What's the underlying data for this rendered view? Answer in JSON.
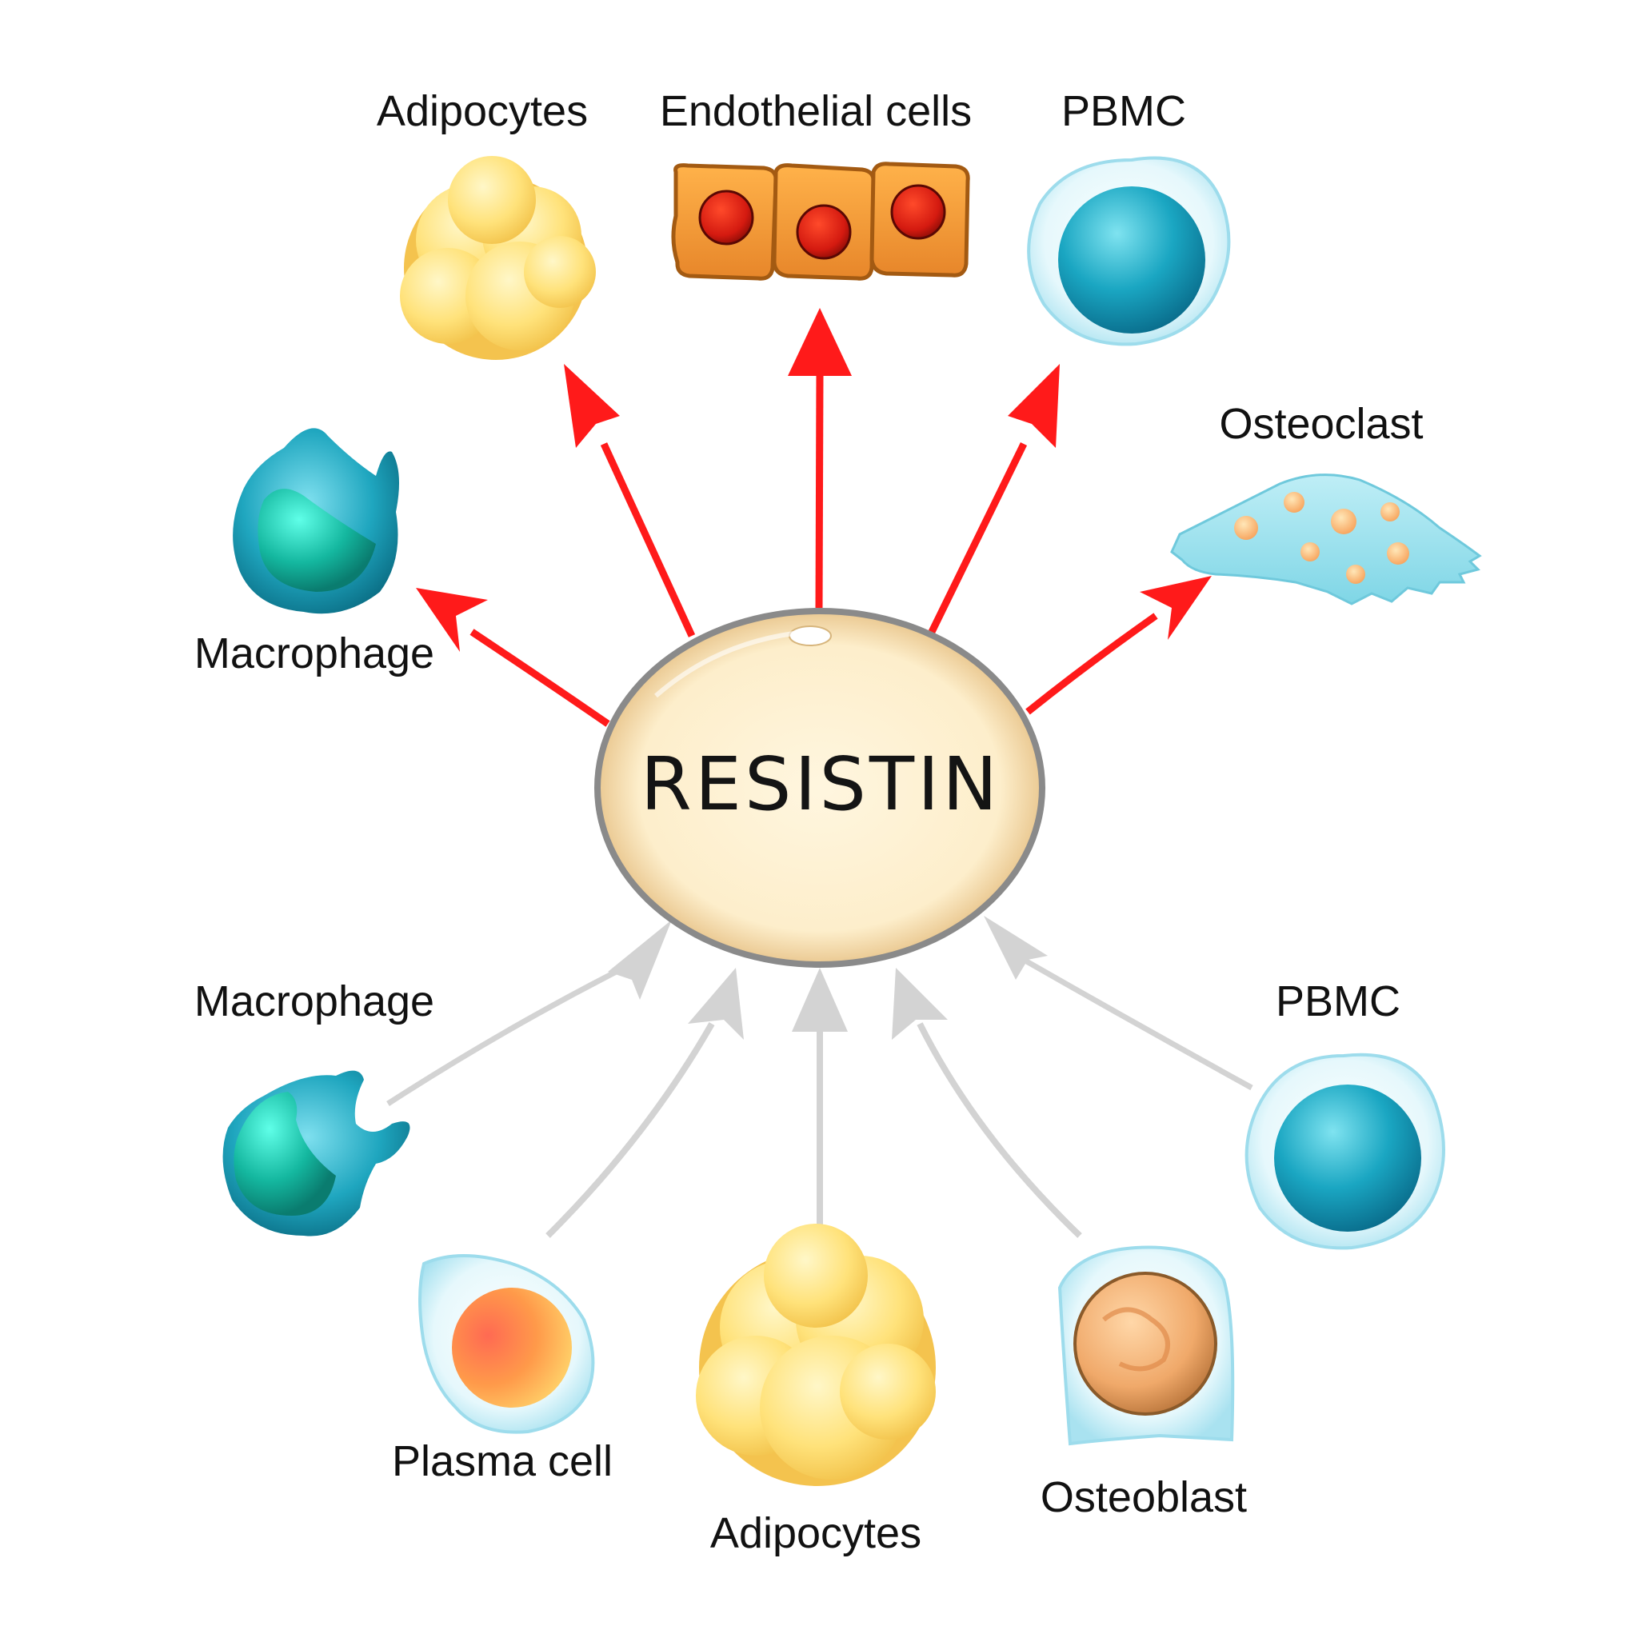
{
  "center": {
    "label": "RESISTIN"
  },
  "targets": [
    {
      "id": "macrophage-top",
      "label": "Macrophage"
    },
    {
      "id": "adipocytes-top",
      "label": "Adipocytes"
    },
    {
      "id": "endothelial",
      "label": "Endothelial cells"
    },
    {
      "id": "pbmc-top",
      "label": "PBMC"
    },
    {
      "id": "osteoclast",
      "label": "Osteoclast"
    }
  ],
  "sources": [
    {
      "id": "macrophage-bottom",
      "label": "Macrophage"
    },
    {
      "id": "plasma-cell",
      "label": "Plasma cell"
    },
    {
      "id": "adipocytes-bottom",
      "label": "Adipocytes"
    },
    {
      "id": "osteoblast",
      "label": "Osteoblast"
    },
    {
      "id": "pbmc-bottom",
      "label": "PBMC"
    }
  ],
  "colors": {
    "target_arrow": "#ff1a1a",
    "source_arrow": "#d3d3d3",
    "center_fill": "#fdf0cf",
    "center_rim": "#c9a56a"
  }
}
